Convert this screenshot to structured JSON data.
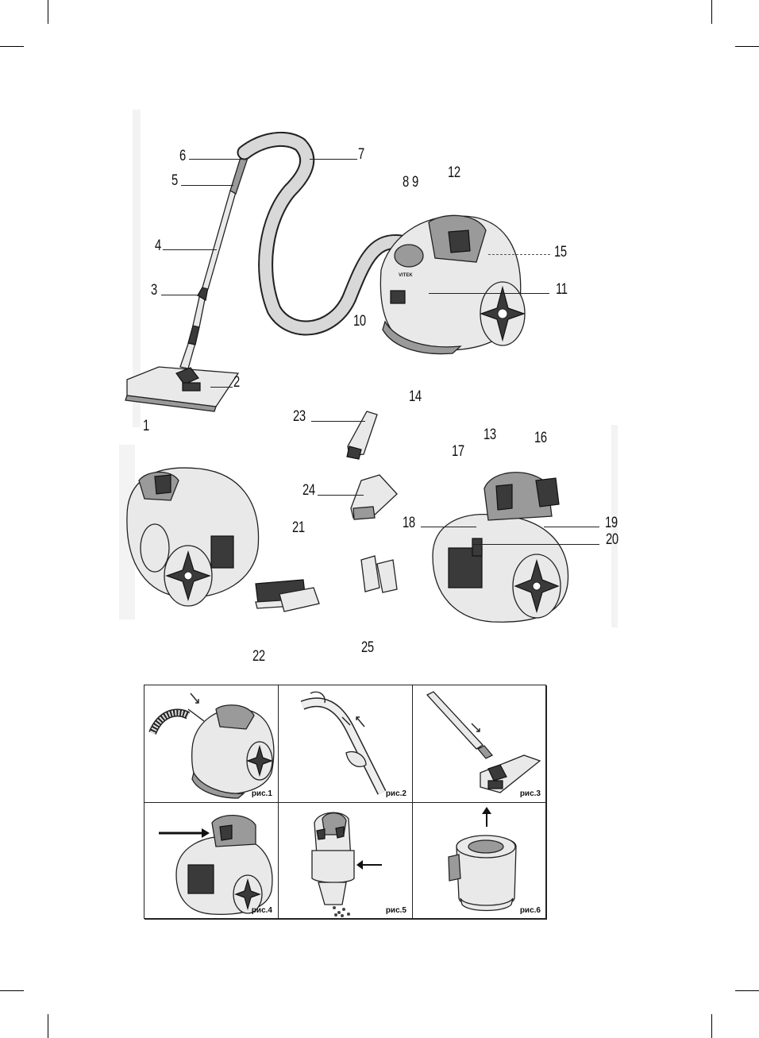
{
  "callouts": [
    "1",
    "2",
    "3",
    "4",
    "5",
    "6",
    "7",
    "8",
    "9",
    "10",
    "11",
    "12",
    "13",
    "14",
    "15",
    "16",
    "17",
    "18",
    "19",
    "20",
    "21",
    "22",
    "23",
    "24",
    "25"
  ],
  "figures": [
    "рис.1",
    "рис.2",
    "рис.3",
    "рис.4",
    "рис.5",
    "рис.6"
  ],
  "brand": "VITEK",
  "colors": {
    "line": "#222222",
    "fill_light": "#e9e9e9",
    "fill_mid": "#9a9a9a",
    "fill_dark": "#3a3a3a",
    "background": "#ffffff"
  }
}
